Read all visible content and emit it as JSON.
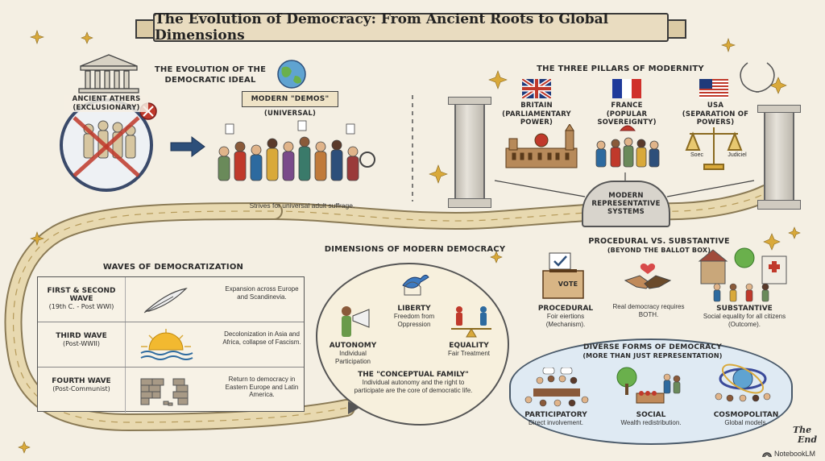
{
  "title": "The Evolution of Democracy: From Ancient Roots to Global Dimensions",
  "evolution": {
    "heading_line1": "THE EVOLUTION OF THE",
    "heading_line2": "DEMOCRATIC IDEAL",
    "athens_label": "ANCIENT ATHERS",
    "athens_sub": "(EXCLUSIONARY)",
    "modern_label": "MODERN \"DEMOS\"",
    "modern_sub": "(UNIVERSAL)",
    "caption": "Strives for universal adult suffrage."
  },
  "pillars": {
    "heading": "THE THREE PILLARS OF MODERNITY",
    "items": [
      {
        "name": "BRITAIN",
        "sub": "(PARLIAMENTARY POWER)"
      },
      {
        "name": "FRANCE",
        "sub": "(POPULAR SOVEREIGNTY)"
      },
      {
        "name": "USA",
        "sub": "(SEPARATION OF POWERS)"
      }
    ],
    "scale_left": "Soec",
    "scale_right": "Judiciel",
    "pedestal_line1": "MODERN",
    "pedestal_line2": "REPRESENTATIVE",
    "pedestal_line3": "SYSTEMS"
  },
  "waves": {
    "heading": "WAVES OF DEMOCRATIZATION",
    "rows": [
      {
        "name": "FIRST & SECOND WAVE",
        "period": "(19th C. - Post WWI)",
        "desc": "Expansion across Europe and Scandinevia."
      },
      {
        "name": "THIRD WAVE",
        "period": "(Post-WWII)",
        "desc": "Decolonization in Asia and Africa, collapse of Fascism."
      },
      {
        "name": "FOURTH WAVE",
        "period": "(Post-Communist)",
        "desc": "Return to democracy in Eastern Europe and Latin America."
      }
    ]
  },
  "dimensions": {
    "heading": "DIMENSIONS OF MODERN DEMOCRACY",
    "liberty": {
      "title": "LIBERTY",
      "desc": "Freedom from Oppression"
    },
    "autonomy": {
      "title": "AUTONOMY",
      "desc": "Individual Participation"
    },
    "equality": {
      "title": "EQUALITY",
      "desc": "Fair Treatment"
    },
    "family_title": "THE \"CONCEPTUAL FAMILY\"",
    "family_desc": "Individual autonomy and the right to participate are the core of democratic life."
  },
  "procedural": {
    "heading": "PROCEDURAL VS. SUBSTANTIVE",
    "subheading": "(BEYOND THE BALLOT BOX)",
    "vote": "VOTE",
    "proc_title": "PROCEDURAL",
    "proc_desc": "Foir eiertions (Mechanism).",
    "middle_desc": "Real democracy requires BOTH.",
    "subst_title": "SUBSTANTIVE",
    "subst_desc": "Social equality for all citizens (Outcome)."
  },
  "diverse": {
    "heading": "DIVERSE FORMS OF DEMOCRACY",
    "subheading": "(MORE THAN JUST REPRESENTATION)",
    "items": [
      {
        "title": "PARTICIPATORY",
        "desc": "Direct involvement."
      },
      {
        "title": "SOCIAL",
        "desc": "Wealth redistribution."
      },
      {
        "title": "COSMOPOLITAN",
        "desc": "Global models."
      }
    ]
  },
  "the_end_line1": "The",
  "the_end_line2": "End",
  "watermark": "NotebookLM",
  "colors": {
    "paper": "#f4efe3",
    "road": "#e8d9b0",
    "ink": "#2b2b2b",
    "bubble_blue": "#dfeaf3",
    "accent_red": "#c0392b",
    "accent_blue": "#2d6a9f"
  }
}
